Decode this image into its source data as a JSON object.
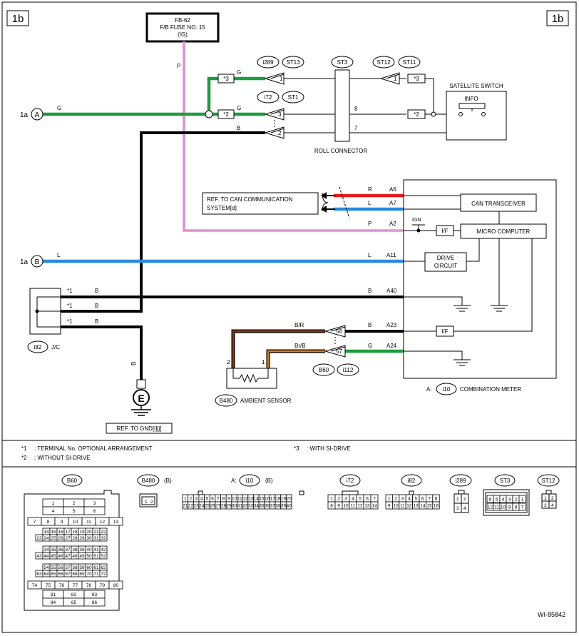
{
  "page": {
    "corner_tag": "1b",
    "diagram_id": "WI-85842"
  },
  "fuse": {
    "line1": "FB-62",
    "line2": "F/B FUSE NO. 15",
    "line3": "(IG)"
  },
  "colors": {
    "green": "#1e9e3a",
    "blue": "#2a8ae0",
    "pink": "#f2a6e0",
    "red": "#e01e1e",
    "brown": "#8a3a12",
    "orange": "#d97a1e",
    "black": "#000000"
  },
  "connectors_top": {
    "i289": "i289",
    "st13": "ST13",
    "st3": "ST3",
    "st12": "ST12",
    "st11": "ST11",
    "i72": "i72",
    "st1": "ST1"
  },
  "wire_labels": {
    "p": "P",
    "g": "G",
    "b": "B",
    "l": "L",
    "r": "R",
    "br": "B/R",
    "brb": "Br/B"
  },
  "star": {
    "s1": "*1",
    "s2": "*2",
    "s3": "*3"
  },
  "pins": {
    "p1": "1",
    "p2": "2",
    "p3": "3",
    "p7": "7",
    "p8": "8",
    "p56": "56",
    "p57": "57"
  },
  "labels": {
    "satellite_switch": "SATELLITE SWITCH",
    "info": "INFO",
    "roll_connector": "ROLL CONNECTOR",
    "ref_can": "REF. TO CAN COMMUNICATION",
    "ref_can2": "SYSTEM[d]",
    "can_transceiver": "CAN TRANSCEIVER",
    "micro_computer": "MICRO COMPUTER",
    "ign": "IGN",
    "if": "I/F",
    "drive1": "DRIVE",
    "drive2": "CIRCUIT",
    "jc": "J/C",
    "i82": "i82",
    "ground_e": "E",
    "ref_gnd": "REF. TO GND[i][j]",
    "b480": "B480",
    "ambient": "AMBIENT SENSOR",
    "b60": "B60",
    "i112": "i112",
    "a_prefix": "A:",
    "i10": "i10",
    "comb_meter": "COMBINATION METER",
    "conn_1a": "1a",
    "conn_A": "A",
    "conn_B": "B"
  },
  "terminals": {
    "a6": "A6",
    "a7": "A7",
    "a2": "A2",
    "a11": "A11",
    "a40": "A40",
    "a23": "A23",
    "a24": "A24"
  },
  "notes": {
    "n1": ": TERMINAL No. OPTIONAL ARRANGEMENT",
    "n2": ": WITHOUT SI-DRIVE",
    "n3": ": WITH SI-DRIVE"
  },
  "connector_views": {
    "b60": "B60",
    "b480": "B480",
    "b480_suffix": "(B)",
    "i10_prefix": "A:",
    "i10": "i10",
    "i10_suffix": "(B)",
    "i72": "i72",
    "i82": "i82",
    "i289": "i289",
    "st3": "ST3",
    "st12": "ST12"
  }
}
